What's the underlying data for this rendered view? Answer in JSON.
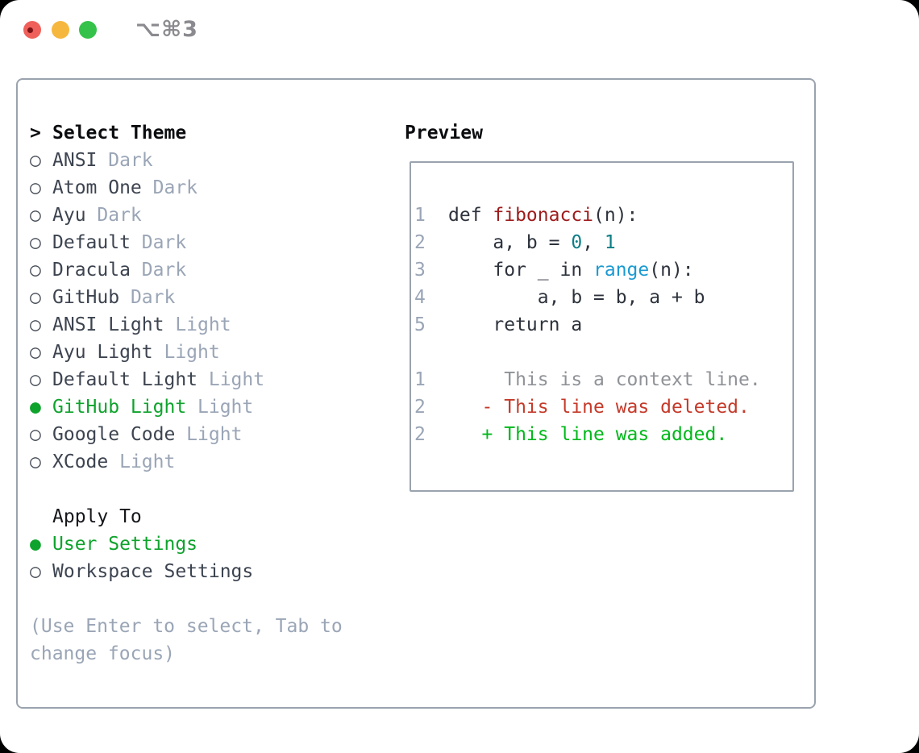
{
  "window": {
    "title": "⌥⌘3",
    "traffic_lights": [
      "close-button",
      "minimize-button",
      "zoom-button"
    ]
  },
  "theme_picker": {
    "header_marker": ">",
    "header": "Select Theme",
    "items": [
      {
        "name": "ANSI",
        "variant": "Dark",
        "selected": false
      },
      {
        "name": "Atom One",
        "variant": "Dark",
        "selected": false
      },
      {
        "name": "Ayu",
        "variant": "Dark",
        "selected": false
      },
      {
        "name": "Default",
        "variant": "Dark",
        "selected": false
      },
      {
        "name": "Dracula",
        "variant": "Dark",
        "selected": false
      },
      {
        "name": "GitHub",
        "variant": "Dark",
        "selected": false
      },
      {
        "name": "ANSI Light",
        "variant": "Light",
        "selected": false
      },
      {
        "name": "Ayu Light",
        "variant": "Light",
        "selected": false
      },
      {
        "name": "Default Light",
        "variant": "Light",
        "selected": false
      },
      {
        "name": "GitHub Light",
        "variant": "Light",
        "selected": true
      },
      {
        "name": "Google Code",
        "variant": "Light",
        "selected": false
      },
      {
        "name": "XCode",
        "variant": "Light",
        "selected": false
      }
    ],
    "marker_unselected": "○",
    "marker_selected": "●",
    "apply_to": {
      "header": "Apply To",
      "options": [
        {
          "label": "User Settings",
          "selected": true
        },
        {
          "label": "Workspace Settings",
          "selected": false
        }
      ]
    },
    "hint_lines": [
      "(Use Enter to select, Tab to",
      "change focus)"
    ]
  },
  "preview": {
    "title": "Preview",
    "code_lines": [
      {
        "num": "1",
        "tokens": [
          {
            "t": "def ",
            "c": "p"
          },
          {
            "t": "fibonacci",
            "c": "fn"
          },
          {
            "t": "(n):",
            "c": "p"
          }
        ]
      },
      {
        "num": "2",
        "tokens": [
          {
            "t": "    a, b = ",
            "c": "p"
          },
          {
            "t": "0",
            "c": "n"
          },
          {
            "t": ", ",
            "c": "p"
          },
          {
            "t": "1",
            "c": "n"
          }
        ]
      },
      {
        "num": "3",
        "tokens": [
          {
            "t": "    for _ in ",
            "c": "p"
          },
          {
            "t": "range",
            "c": "b"
          },
          {
            "t": "(n):",
            "c": "p"
          }
        ]
      },
      {
        "num": "4",
        "tokens": [
          {
            "t": "        a, b = b, a + b",
            "c": "p"
          }
        ]
      },
      {
        "num": "5",
        "tokens": [
          {
            "t": "    return a",
            "c": "p"
          }
        ]
      }
    ],
    "diff_lines": [
      {
        "num": "1",
        "text": "     This is a context line.",
        "kind": "context"
      },
      {
        "num": "2",
        "text": "   - This line was deleted.",
        "kind": "deleted"
      },
      {
        "num": "2",
        "text": "   + This line was added.",
        "kind": "added"
      }
    ]
  },
  "colors": {
    "selection_green": "#0ea32c",
    "muted_gray": "#9aa5b6",
    "panel_border": "#9aa3ae",
    "code_function_red": "#9e1b1b",
    "code_number_teal": "#0d7e86",
    "code_builtin_blue": "#1b9ad2",
    "diff_deleted_red": "#c53a2a",
    "diff_added_green": "#00b81a",
    "traffic_red": "#f0605a",
    "traffic_yellow": "#f6b73e",
    "traffic_green": "#35c24b"
  }
}
